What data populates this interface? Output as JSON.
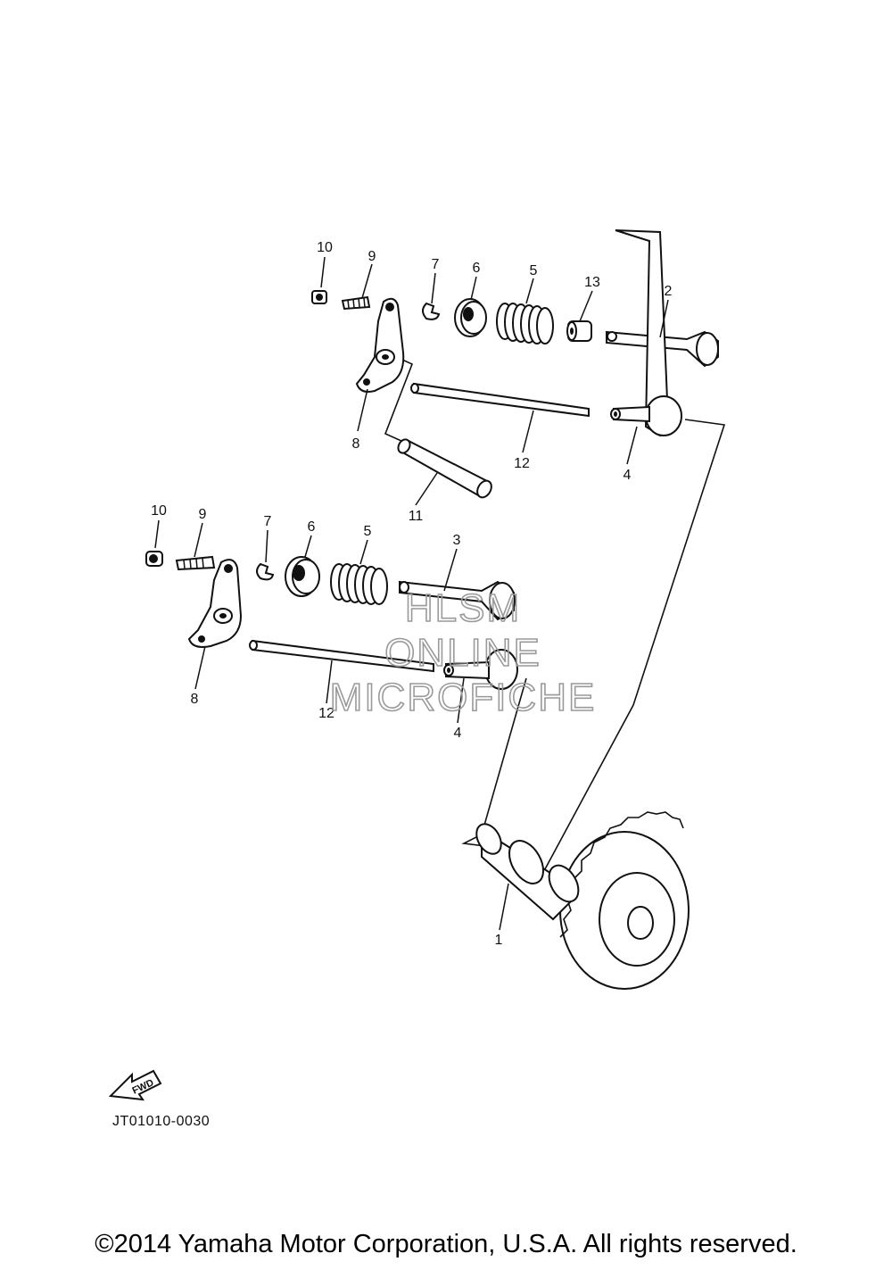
{
  "diagram": {
    "callouts": {
      "c1": "1",
      "c2": "2",
      "c3": "3",
      "c4a": "4",
      "c4b": "4",
      "c5a": "5",
      "c5b": "5",
      "c6a": "6",
      "c6b": "6",
      "c7a": "7",
      "c7b": "7",
      "c8a": "8",
      "c8b": "8",
      "c9a": "9",
      "c9b": "9",
      "c10a": "10",
      "c10b": "10",
      "c11": "11",
      "c12a": "12",
      "c12b": "12",
      "c13": "13"
    },
    "fwd_label": "FWD",
    "drawing_code": "JT01010-0030"
  },
  "watermark": {
    "line1": "HLSM",
    "line2": "ONLINE",
    "line3": "MICROFICHE"
  },
  "footer": {
    "copyright": "©2014 Yamaha Motor Corporation, U.S.A. All rights reserved."
  }
}
